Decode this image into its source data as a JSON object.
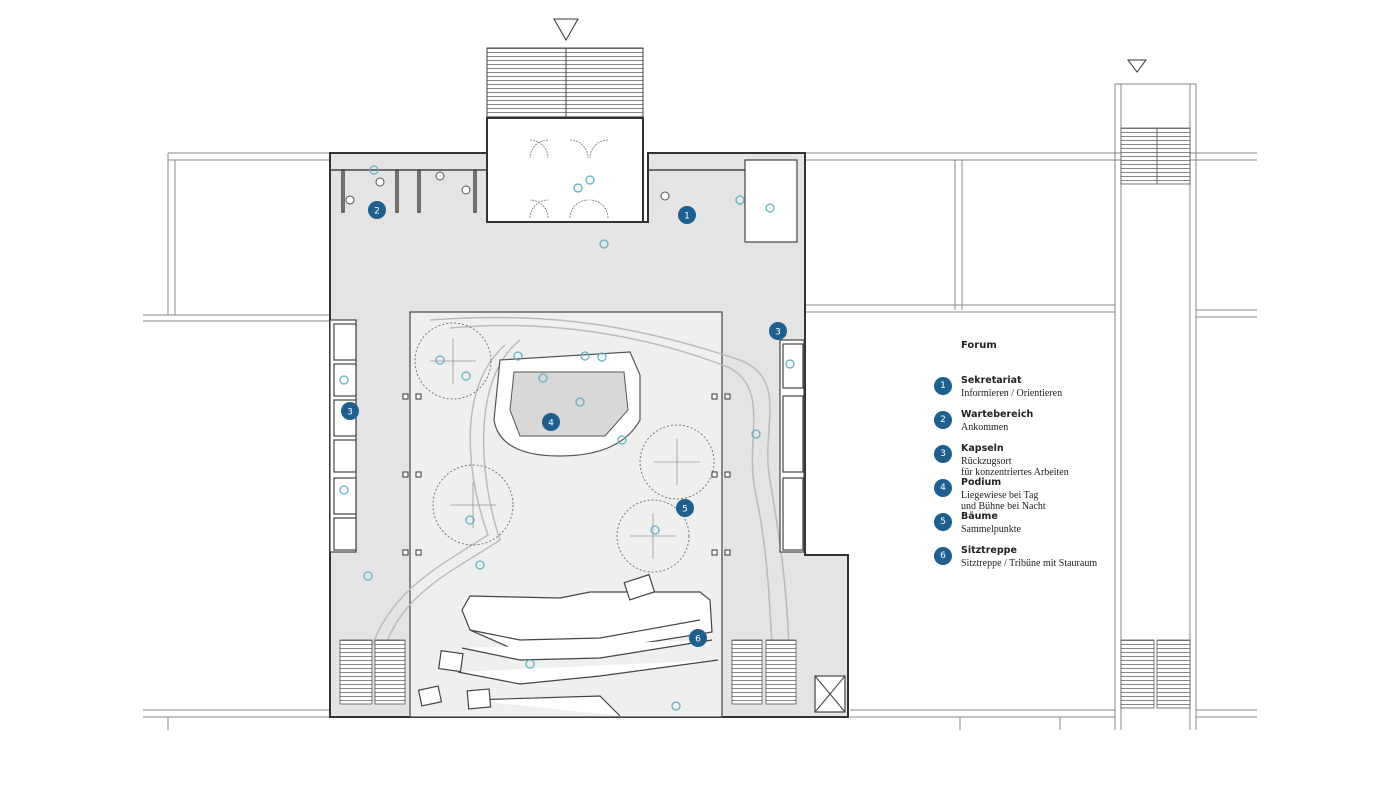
{
  "legend": {
    "title": "Forum",
    "items": [
      {
        "number": "1",
        "name": "Sekretariat",
        "description": "Informieren / Orientieren"
      },
      {
        "number": "2",
        "name": "Wartebereich",
        "description": "Ankommen"
      },
      {
        "number": "3",
        "name": "Kapseln",
        "description": "Rückzugsort\nfür konzentriertes Arbeiten"
      },
      {
        "number": "4",
        "name": "Podium",
        "description": "Liegewiese bei Tag\nund Bühne bei Nacht"
      },
      {
        "number": "5",
        "name": "Bäume",
        "description": "Sammelpunkte"
      },
      {
        "number": "6",
        "name": "Sitztreppe",
        "description": "Sitztreppe / Tribüne mit Stauraum"
      }
    ]
  },
  "plan_markers": [
    "1",
    "2",
    "3",
    "3",
    "4",
    "5",
    "6"
  ],
  "colors": {
    "marker": "#1d5f8f",
    "floor_fill": "#e4e4e4",
    "inner_floor_fill": "#efefef",
    "people": "#5fb3c4",
    "wall_lines": "#444444"
  }
}
